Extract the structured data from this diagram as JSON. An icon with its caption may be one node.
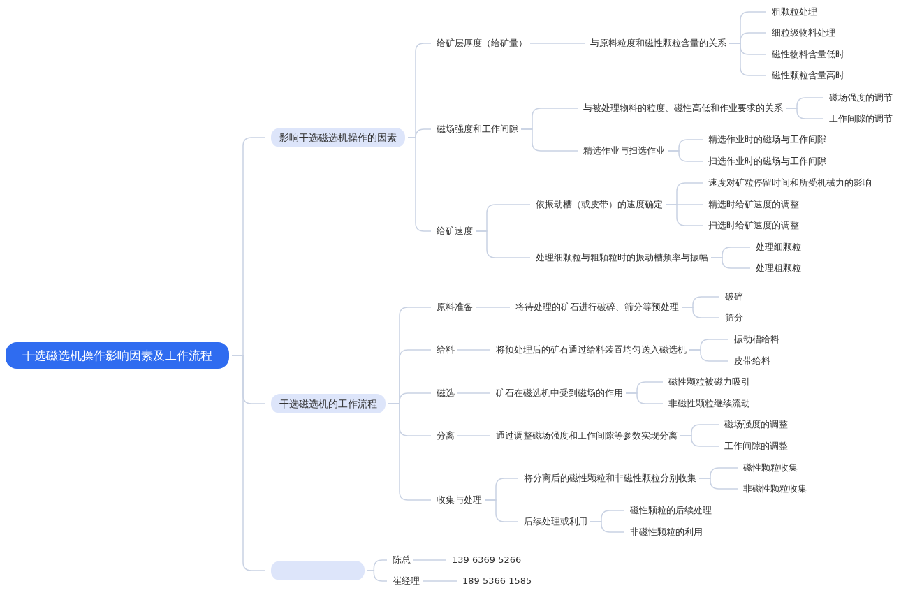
{
  "diagram": {
    "nodes": [
      {
        "text": [
          "干选磁选机操作影响因素及工作流程"
        ]
      },
      {
        "text": [
          "影响干选磁选机操作的因素"
        ]
      },
      {
        "text": [
          "给矿层厚度（给矿量）"
        ]
      },
      {
        "text": [
          "与原料粒度和磁性颗粒含量的关系"
        ]
      },
      {
        "text": [
          "粗颗粒处理"
        ]
      },
      {
        "text": [
          "细粒级物料处理"
        ]
      },
      {
        "text": [
          "磁性物料含量低时"
        ]
      },
      {
        "text": [
          "磁性颗粒含量高时"
        ]
      },
      {
        "text": [
          "磁场强度和工作间隙"
        ]
      },
      {
        "text": [
          "与被处理物料的粒度、磁性高低和作业要求的关系"
        ]
      },
      {
        "text": [
          "磁场强度的调节"
        ]
      },
      {
        "text": [
          "工作间隙的调节"
        ]
      },
      {
        "text": [
          "精选作业与扫选作业"
        ]
      },
      {
        "text": [
          "精选作业时的磁场与工作间隙"
        ]
      },
      {
        "text": [
          "扫选作业时的磁场与工作间隙"
        ]
      },
      {
        "text": [
          "给矿速度"
        ]
      },
      {
        "text": [
          "依振动槽（或皮带）的速度确定"
        ]
      },
      {
        "text": [
          "速度对矿粒停留时间和所受机械力的影响"
        ]
      },
      {
        "text": [
          "精选时给矿速度的调整"
        ]
      },
      {
        "text": [
          "扫选时给矿速度的调整"
        ]
      },
      {
        "text": [
          "处理细颗粒与粗颗粒时的振动槽频率与振幅"
        ]
      },
      {
        "text": [
          "处理细颗粒"
        ]
      },
      {
        "text": [
          "处理粗颗粒"
        ]
      },
      {
        "text": [
          "干选磁选机的工作流程"
        ]
      },
      {
        "text": [
          "原料准备"
        ]
      },
      {
        "text": [
          "将待处理的矿石进行破碎、筛分等预处理"
        ]
      },
      {
        "text": [
          "破碎"
        ]
      },
      {
        "text": [
          "筛分"
        ]
      },
      {
        "text": [
          "给料"
        ]
      },
      {
        "text": [
          "将预处理后的矿石通过给料装置均匀送入磁选机"
        ]
      },
      {
        "text": [
          "振动槽给料"
        ]
      },
      {
        "text": [
          "皮带给料"
        ]
      },
      {
        "text": [
          "磁选"
        ]
      },
      {
        "text": [
          "矿石在磁选机中受到磁场的作用"
        ]
      },
      {
        "text": [
          "磁性颗粒被磁力吸引"
        ]
      },
      {
        "text": [
          "非磁性颗粒继续流动"
        ]
      },
      {
        "text": [
          "分离"
        ]
      },
      {
        "text": [
          "通过调整磁场强度和工作间隙等参数实现分离"
        ]
      },
      {
        "text": [
          "磁场强度的调整"
        ]
      },
      {
        "text": [
          "工作间隙的调整"
        ]
      },
      {
        "text": [
          "收集与处理"
        ]
      },
      {
        "text": [
          "将分离后的磁性颗粒和非磁性颗粒分别收集"
        ]
      },
      {
        "text": [
          "磁性颗粒收集"
        ]
      },
      {
        "text": [
          "非磁性颗粒收集"
        ]
      },
      {
        "text": [
          "后续处理或利用"
        ]
      },
      {
        "text": [
          "磁性颗粒的后续处理"
        ]
      },
      {
        "text": [
          "非磁性颗粒的利用"
        ]
      },
      {
        "text": [],
        "shape": "box"
      },
      {
        "text": [
          "陈总"
        ]
      },
      {
        "text": [
          "139 6369 5266"
        ]
      },
      {
        "text": [
          "崔经理"
        ]
      },
      {
        "text": [
          "189 5366 1585"
        ]
      }
    ],
    "edges": [
      {
        "from": 0,
        "to": 1,
        "arrow": "none"
      },
      {
        "from": 1,
        "to": 2,
        "arrow": "none"
      },
      {
        "from": 2,
        "to": 3,
        "arrow": "none"
      },
      {
        "from": 3,
        "to": 4,
        "arrow": "none"
      },
      {
        "from": 3,
        "to": 5,
        "arrow": "none"
      },
      {
        "from": 3,
        "to": 6,
        "arrow": "none"
      },
      {
        "from": 3,
        "to": 7,
        "arrow": "none"
      },
      {
        "from": 1,
        "to": 8,
        "arrow": "none"
      },
      {
        "from": 8,
        "to": 9,
        "arrow": "none"
      },
      {
        "from": 9,
        "to": 10,
        "arrow": "none"
      },
      {
        "from": 9,
        "to": 11,
        "arrow": "none"
      },
      {
        "from": 8,
        "to": 12,
        "arrow": "none"
      },
      {
        "from": 12,
        "to": 13,
        "arrow": "none"
      },
      {
        "from": 12,
        "to": 14,
        "arrow": "none"
      },
      {
        "from": 1,
        "to": 15,
        "arrow": "none"
      },
      {
        "from": 15,
        "to": 16,
        "arrow": "none"
      },
      {
        "from": 16,
        "to": 17,
        "arrow": "none"
      },
      {
        "from": 16,
        "to": 18,
        "arrow": "none"
      },
      {
        "from": 16,
        "to": 19,
        "arrow": "none"
      },
      {
        "from": 15,
        "to": 20,
        "arrow": "none"
      },
      {
        "from": 20,
        "to": 21,
        "arrow": "none"
      },
      {
        "from": 20,
        "to": 22,
        "arrow": "none"
      },
      {
        "from": 0,
        "to": 23,
        "arrow": "none"
      },
      {
        "from": 23,
        "to": 24,
        "arrow": "none"
      },
      {
        "from": 24,
        "to": 25,
        "arrow": "none"
      },
      {
        "from": 25,
        "to": 26,
        "arrow": "none"
      },
      {
        "from": 25,
        "to": 27,
        "arrow": "none"
      },
      {
        "from": 23,
        "to": 28,
        "arrow": "none"
      },
      {
        "from": 28,
        "to": 29,
        "arrow": "none"
      },
      {
        "from": 29,
        "to": 30,
        "arrow": "none"
      },
      {
        "from": 29,
        "to": 31,
        "arrow": "none"
      },
      {
        "from": 23,
        "to": 32,
        "arrow": "none"
      },
      {
        "from": 32,
        "to": 33,
        "arrow": "none"
      },
      {
        "from": 33,
        "to": 34,
        "arrow": "none"
      },
      {
        "from": 33,
        "to": 35,
        "arrow": "none"
      },
      {
        "from": 23,
        "to": 36,
        "arrow": "none"
      },
      {
        "from": 36,
        "to": 37,
        "arrow": "none"
      },
      {
        "from": 37,
        "to": 38,
        "arrow": "none"
      },
      {
        "from": 37,
        "to": 39,
        "arrow": "none"
      },
      {
        "from": 23,
        "to": 40,
        "arrow": "none"
      },
      {
        "from": 40,
        "to": 41,
        "arrow": "none"
      },
      {
        "from": 41,
        "to": 42,
        "arrow": "none"
      },
      {
        "from": 41,
        "to": 43,
        "arrow": "none"
      },
      {
        "from": 40,
        "to": 44,
        "arrow": "none"
      },
      {
        "from": 44,
        "to": 45,
        "arrow": "none"
      },
      {
        "from": 44,
        "to": 46,
        "arrow": "none"
      },
      {
        "from": 0,
        "to": 47,
        "arrow": "none"
      },
      {
        "from": 47,
        "to": 48,
        "arrow": "none"
      },
      {
        "from": 48,
        "to": 49,
        "arrow": "none"
      },
      {
        "from": 47,
        "to": 50,
        "arrow": "none"
      },
      {
        "from": 50,
        "to": 51,
        "arrow": "none"
      }
    ]
  }
}
